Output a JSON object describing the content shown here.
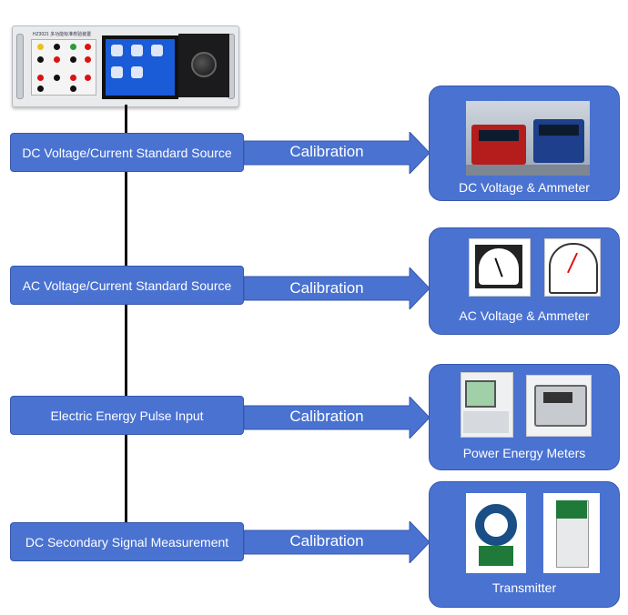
{
  "device": {
    "model_label": "HZ3021 多功能标准校验装置"
  },
  "rows": [
    {
      "source": "DC Voltage/Current Standard Source",
      "arrow_label": "Calibration",
      "target": "DC Voltage & Ammeter"
    },
    {
      "source": "AC Voltage/Current Standard Source",
      "arrow_label": "Calibration",
      "target": "AC Voltage & Ammeter"
    },
    {
      "source": "Electric Energy Pulse Input",
      "arrow_label": "Calibration",
      "target": "Power Energy Meters"
    },
    {
      "source": "DC Secondary Signal Measurement",
      "arrow_label": "Calibration",
      "target": "Transmitter"
    }
  ],
  "colors": {
    "box_fill": "#4a72d1",
    "box_border": "#3758ad",
    "line": "#111111",
    "text": "#ffffff"
  }
}
